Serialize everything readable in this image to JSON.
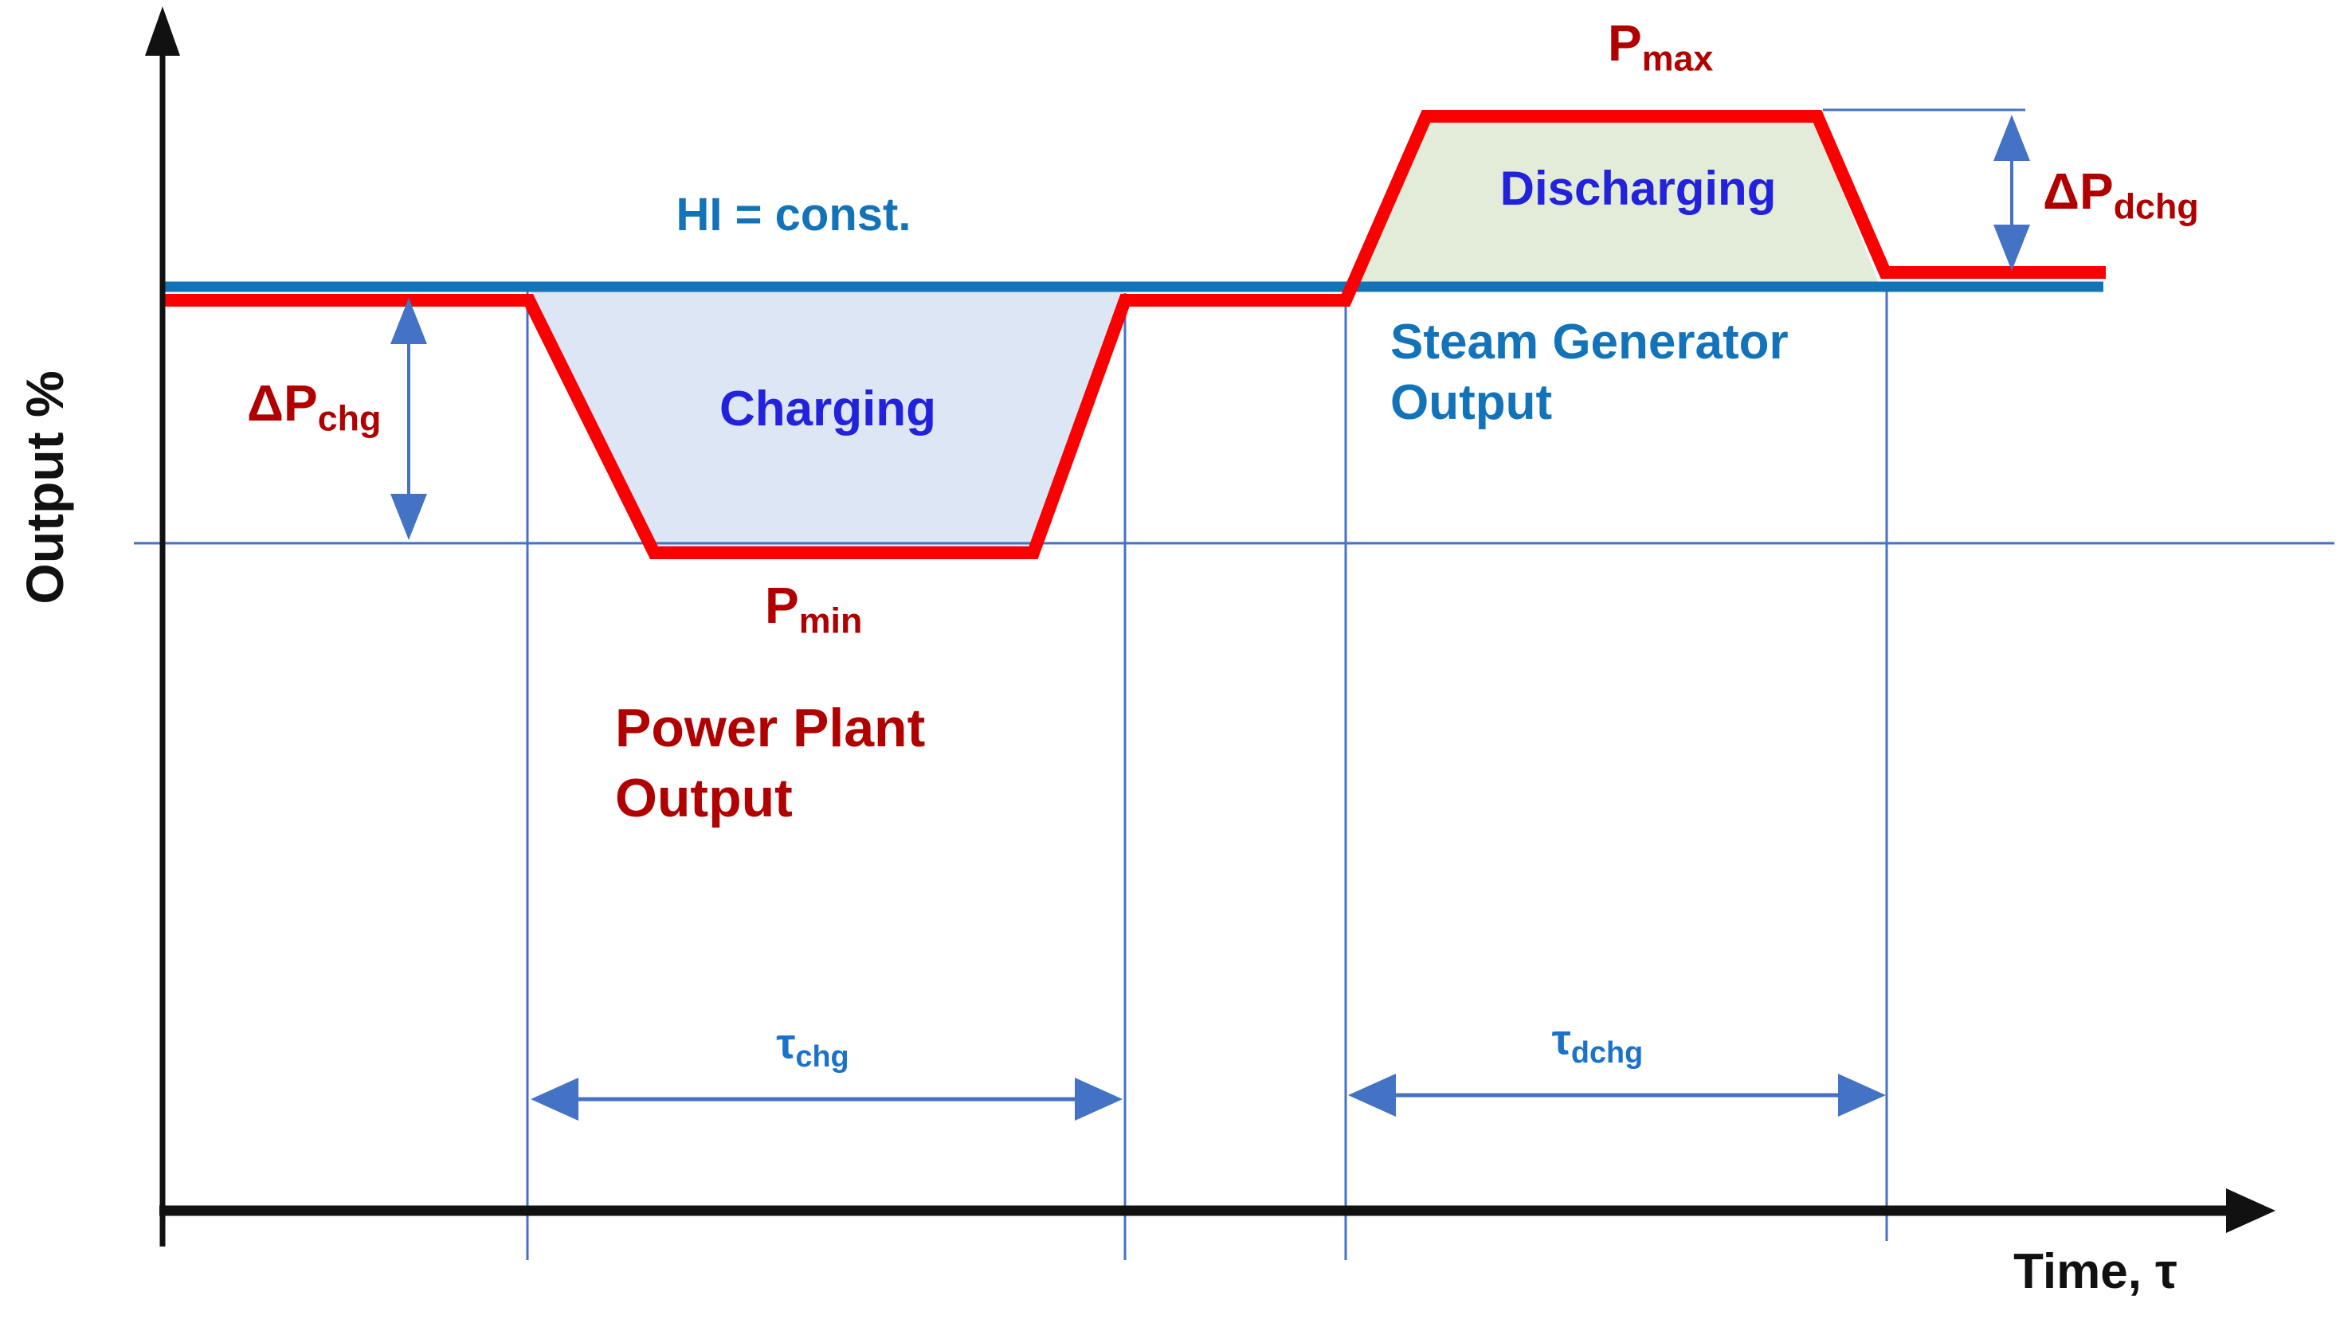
{
  "diagram": {
    "y_axis_label": "Output %",
    "x_axis_label": "Time, τ",
    "hi_line_label": "HI = const.",
    "charging_zone_label": "Charging",
    "discharging_zone_label": "Discharging",
    "steam_generator_label": {
      "line1": "Steam Generator",
      "line2": "Output"
    },
    "power_plant_label": {
      "line1": "Power Plant",
      "line2": "Output"
    },
    "p_min": {
      "main": "P",
      "sub": "min"
    },
    "p_max": {
      "main": "P",
      "sub": "max"
    },
    "delta_p_chg": {
      "main": "ΔP",
      "sub": "chg"
    },
    "delta_p_dchg": {
      "main": "ΔP",
      "sub": "dchg"
    },
    "tau_chg": {
      "main": "τ",
      "sub": "chg"
    },
    "tau_dchg": {
      "main": "τ",
      "sub": "dchg"
    },
    "colors": {
      "plant_output_line": "#fa0000",
      "hi_line": "#1373b9",
      "charging_fill": "#dce6f4",
      "discharging_fill": "#e3ebd9",
      "annotation_blue": "#4472c4",
      "tau_label_blue": "#1b72c8",
      "dark_red_label": "#b00000",
      "zone_label_blue": "#2222dd",
      "axis_black": "#111111"
    }
  }
}
